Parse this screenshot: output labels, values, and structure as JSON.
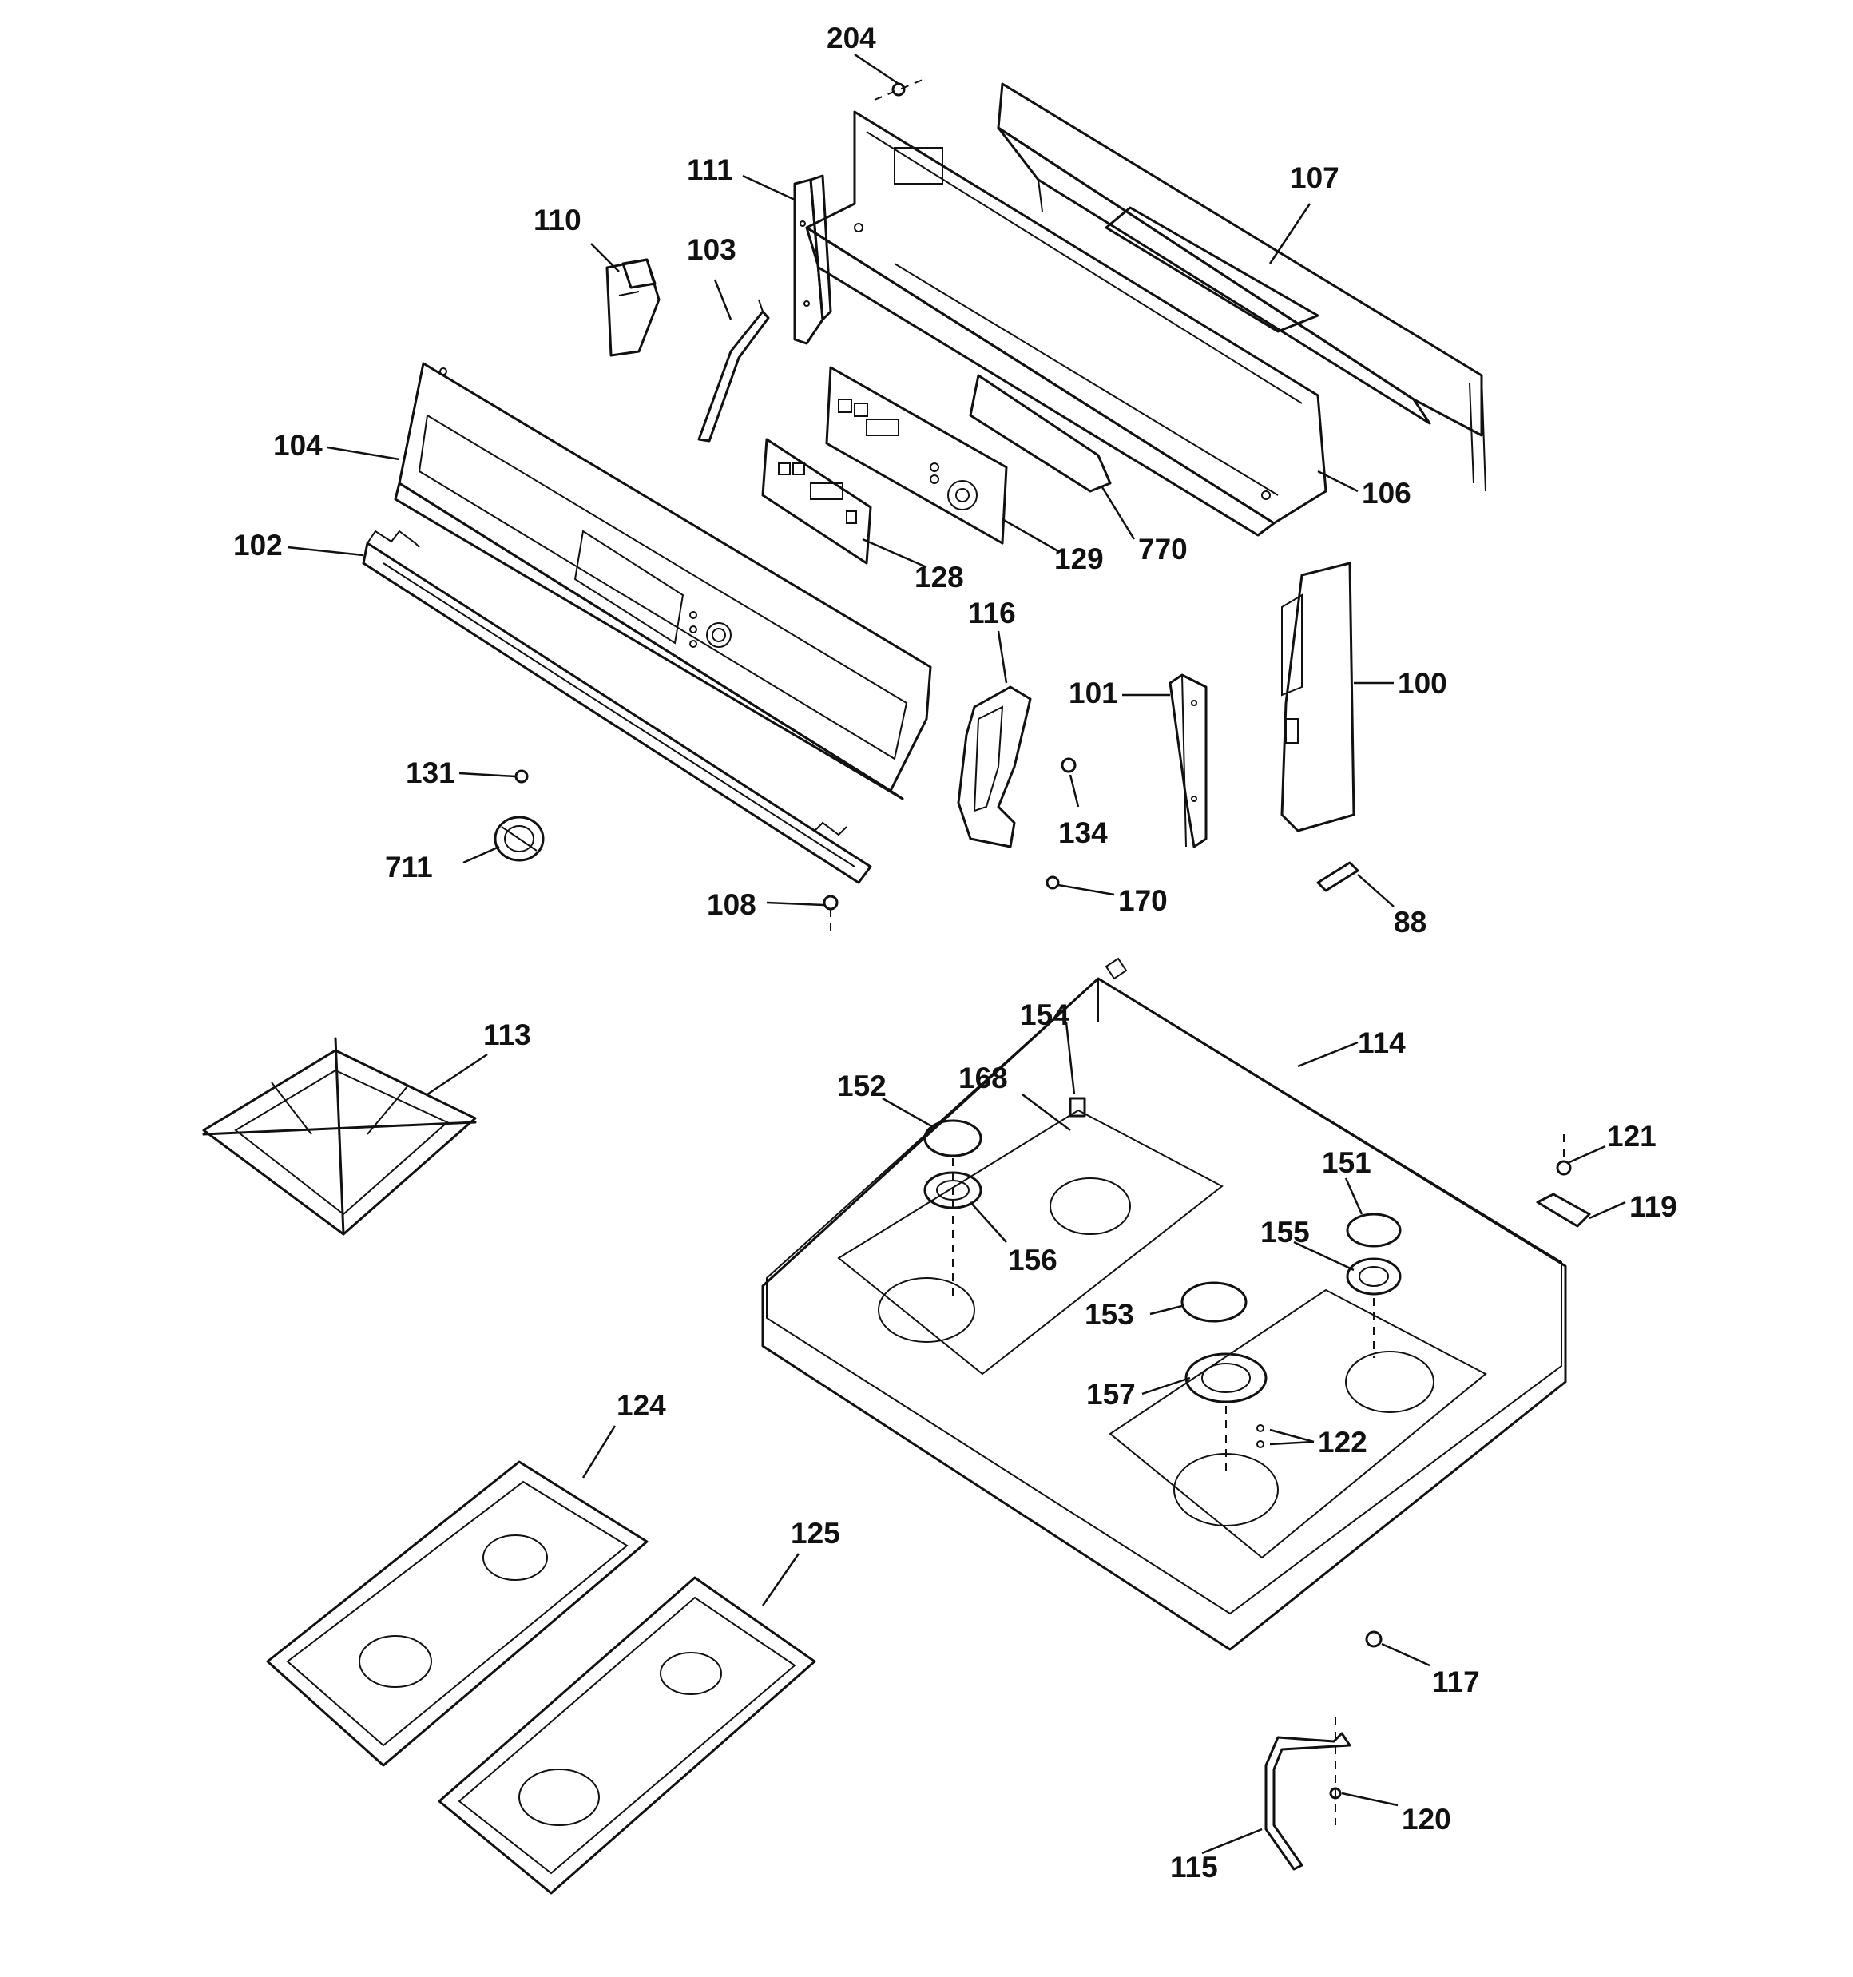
{
  "callouts": {
    "c204": "204",
    "c107": "107",
    "c111": "111",
    "c110": "110",
    "c103": "103",
    "c104": "104",
    "c106": "106",
    "c102": "102",
    "c128": "128",
    "c129": "129",
    "c770": "770",
    "c116": "116",
    "c101": "101",
    "c100": "100",
    "c131": "131",
    "c134": "134",
    "c711": "711",
    "c170": "170",
    "c108": "108",
    "c88": "88",
    "c113": "113",
    "c154": "154",
    "c114": "114",
    "c152": "152",
    "c168": "168",
    "c121": "121",
    "c151": "151",
    "c119": "119",
    "c156": "156",
    "c155": "155",
    "c153": "153",
    "c157": "157",
    "c122": "122",
    "c124": "124",
    "c125": "125",
    "c117": "117",
    "c120": "120",
    "c115": "115"
  }
}
